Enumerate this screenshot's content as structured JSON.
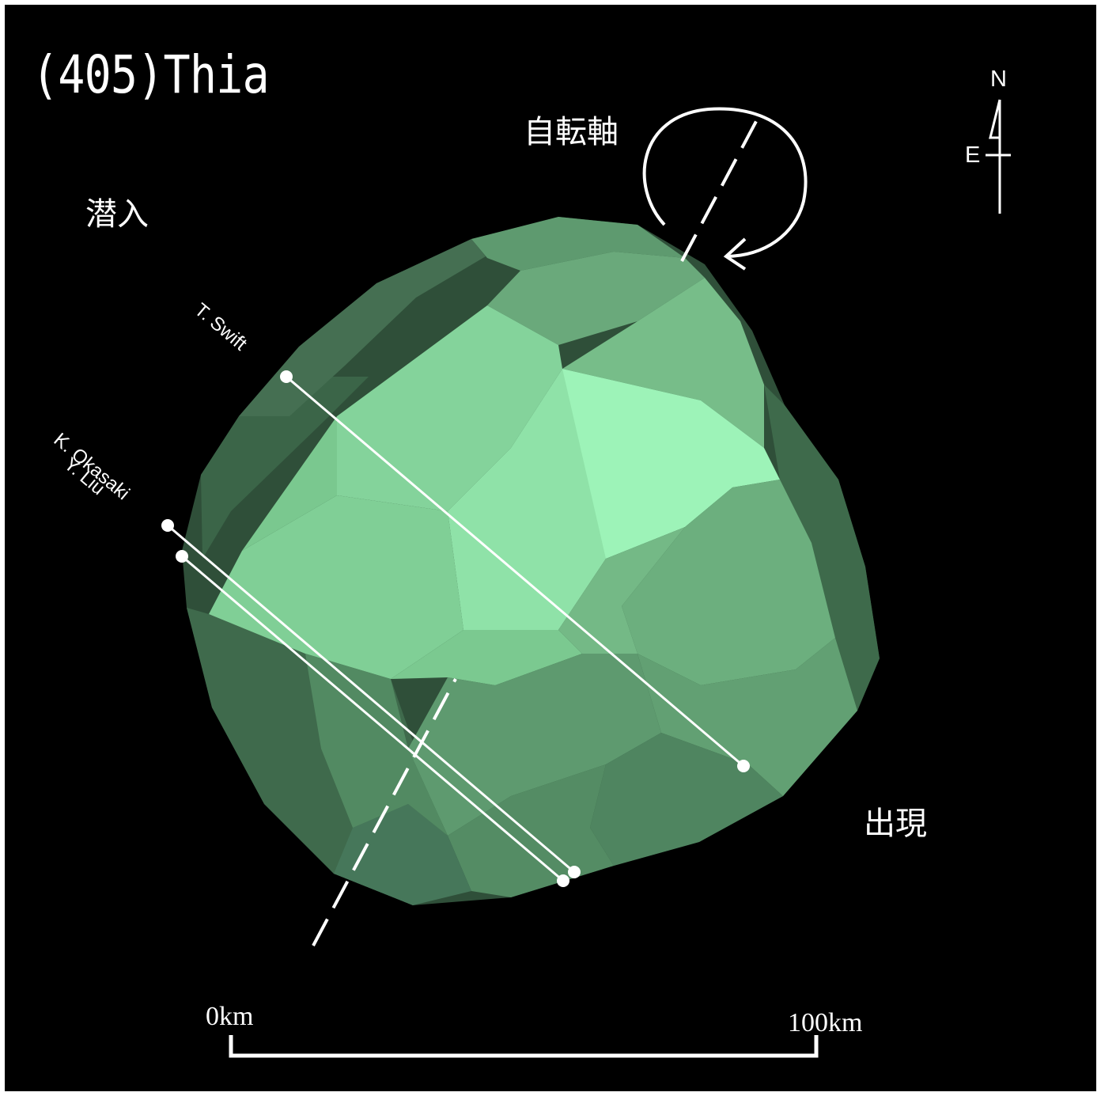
{
  "title": "(405)Thia",
  "labels": {
    "rotation_axis": "自転軸",
    "ingress": "潜入",
    "egress": "出現"
  },
  "compass": {
    "north": "N",
    "east": "E"
  },
  "scale_bar": {
    "start_label": "0km",
    "end_label": "100km"
  },
  "observers": {
    "swift": "T. Swift",
    "okasaki": "K. Okasaki",
    "liu": "Y. Liu"
  },
  "colors": {
    "background": "#000000",
    "asteroid_light": "#9ff5b8",
    "asteroid_mid": "#7fcf93",
    "asteroid_dark": "#4e8a5e",
    "asteroid_shadow": "#2f4f39",
    "chords": "#ffffff"
  }
}
